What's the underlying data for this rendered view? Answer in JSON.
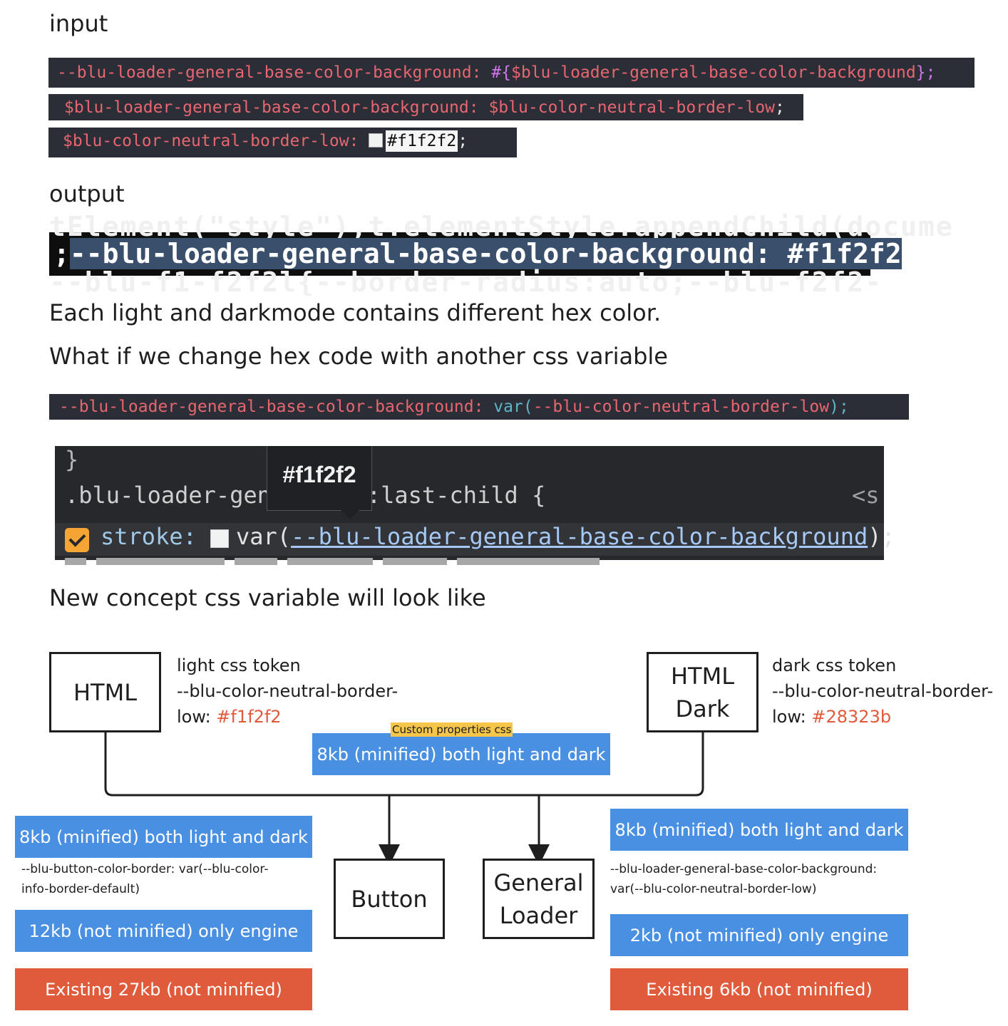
{
  "colors": {
    "blue": "#4a90e2",
    "orange": "#e05a3c",
    "tag": "#f5c64a",
    "hex": "#e05a3c"
  },
  "headings": {
    "input": "input",
    "output": "output",
    "note1": "Each light and darkmode contains different hex color.",
    "note2": "What if we change hex code with another css variable",
    "concept": "New concept css variable will look like"
  },
  "input_code": {
    "line1_prop": "--blu-loader-general-base-color-background:",
    "line1_hash": "#{",
    "line1_var": "$blu-loader-general-base-color-background",
    "line1_end": "};",
    "line2_prop": "$blu-loader-general-base-color-background:",
    "line2_val": "$blu-color-neutral-border-low",
    "line2_end": ";",
    "line3_prop": "$blu-color-neutral-border-low:",
    "line3_hex": "#f1f2f2",
    "line3_end": ";"
  },
  "output_code": {
    "lead": ";",
    "selected": "--blu-loader-general-base-color-background: #f1f2f2",
    "trail": ";"
  },
  "var_code": {
    "prop": "--blu-loader-general-base-color-background:",
    "fn": "var(",
    "arg": "--blu-color-neutral-border-low",
    "end": ");"
  },
  "devtools": {
    "brace": "}",
    "selector": ".blu-loader-gene      ircle:last-child {",
    "source": "<s",
    "property": "stroke:",
    "value_fn": "var(",
    "value_link": "--blu-loader-general-base-color-background",
    "value_end": ");",
    "tooltip": "#f1f2f2"
  },
  "diagram": {
    "html_box": "HTML",
    "html_dark_box": [
      "HTML",
      "Dark"
    ],
    "light_note": {
      "line1": "light css token",
      "line2": "--blu-color-neutral-border-",
      "line3_prefix": "low: ",
      "hex": "#f1f2f2"
    },
    "dark_note": {
      "line1": "dark css token",
      "line2": "--blu-color-neutral-border-",
      "line3_prefix": "low: ",
      "hex": "#28323b"
    },
    "tag": "Custom properties css",
    "center_pill": "8kb (minified) both light and dark",
    "button_box": "Button",
    "loader_box": [
      "General",
      "Loader"
    ],
    "left": {
      "pill_top": "8kb (minified) both light and dark",
      "code_line1": "--blu-button-color-border: var(--blu-color-",
      "code_line2": "info-border-default)",
      "pill_engine": "12kb (not minified) only engine",
      "pill_existing": "Existing 27kb (not minified)"
    },
    "right": {
      "pill_top": "8kb (minified) both light and dark",
      "code_line1": "--blu-loader-general-base-color-background:",
      "code_line2": "var(--blu-color-neutral-border-low)",
      "pill_engine": "2kb (not minified) only engine",
      "pill_existing": "Existing 6kb (not minified)"
    }
  }
}
